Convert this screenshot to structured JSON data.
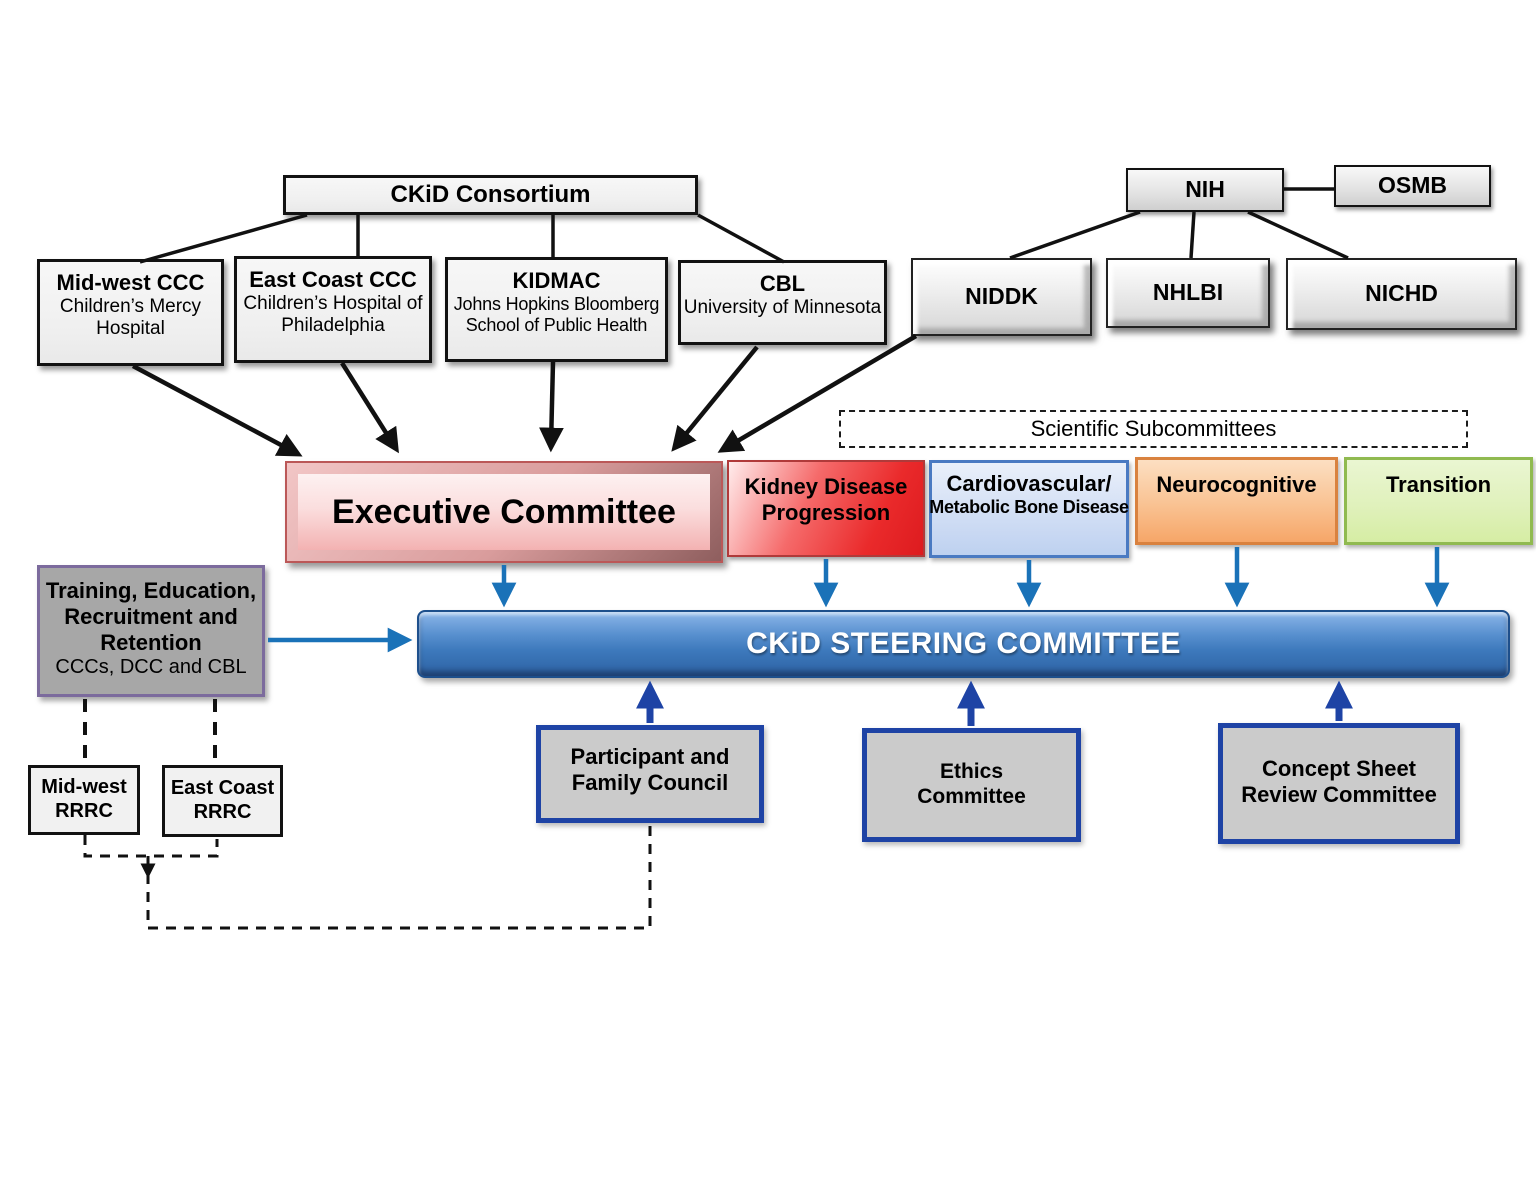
{
  "consortium": {
    "title": "CKiD Consortium",
    "members": [
      {
        "title": "Mid-west CCC",
        "subtitle": "Children’s Mercy\nHospital"
      },
      {
        "title": "East Coast CCC",
        "subtitle": "Children’s Hospital of\nPhiladelphia"
      },
      {
        "title": "KIDMAC",
        "subtitle": "Johns Hopkins Bloomberg\nSchool of Public Health"
      },
      {
        "title": "CBL",
        "subtitle": "University of Minnesota"
      }
    ]
  },
  "nih_branch": {
    "nih": "NIH",
    "osmb": "OSMB",
    "institutes": [
      {
        "label": "NIDDK"
      },
      {
        "label": "NHLBI"
      },
      {
        "label": "NICHD"
      }
    ]
  },
  "executive_committee": {
    "label": "Executive Committee"
  },
  "scientific_subcommittees": {
    "label": "Scientific Subcommittees",
    "items": [
      {
        "label": "Kidney Disease\nProgression",
        "color": "#e61e22"
      },
      {
        "label": "Cardiovascular/",
        "label2": "Metabolic Bone Disease",
        "color": "#bed1f0"
      },
      {
        "label": "Neurocognitive",
        "color": "#f6a668"
      },
      {
        "label": "Transition",
        "color": "#d6eda4"
      }
    ]
  },
  "steering_committee": {
    "label": "CKiD STEERING COMMITTEE"
  },
  "training": {
    "title": "Training, Education,\nRecruitment and\nRetention",
    "subtitle": "CCCs, DCC and CBL"
  },
  "rrrc_units": [
    {
      "label": "Mid-west\nRRRC"
    },
    {
      "label": "East Coast\nRRRC"
    }
  ],
  "review_committees": [
    {
      "label": "Participant and\nFamily Council"
    },
    {
      "label": "Ethics\nCommittee"
    },
    {
      "label": "Concept Sheet\nReview Committee"
    }
  ],
  "colors": {
    "connector_black": "#111111",
    "arrow_blue": "#1a72b8",
    "arrow_navy": "#1e43a5",
    "exec_pink": "#f3b2b2",
    "kidney_red": "#e61e22",
    "cardio_border_blue": "#4a7ac2",
    "neuro_border_orange": "#d9823f",
    "transition_border_green": "#90ba50",
    "steering_blue": "#3d79bc",
    "training_border_purple": "#7c6b9d",
    "box_gray": "#f1f1f1",
    "committee_gray": "#cbcbcb"
  }
}
